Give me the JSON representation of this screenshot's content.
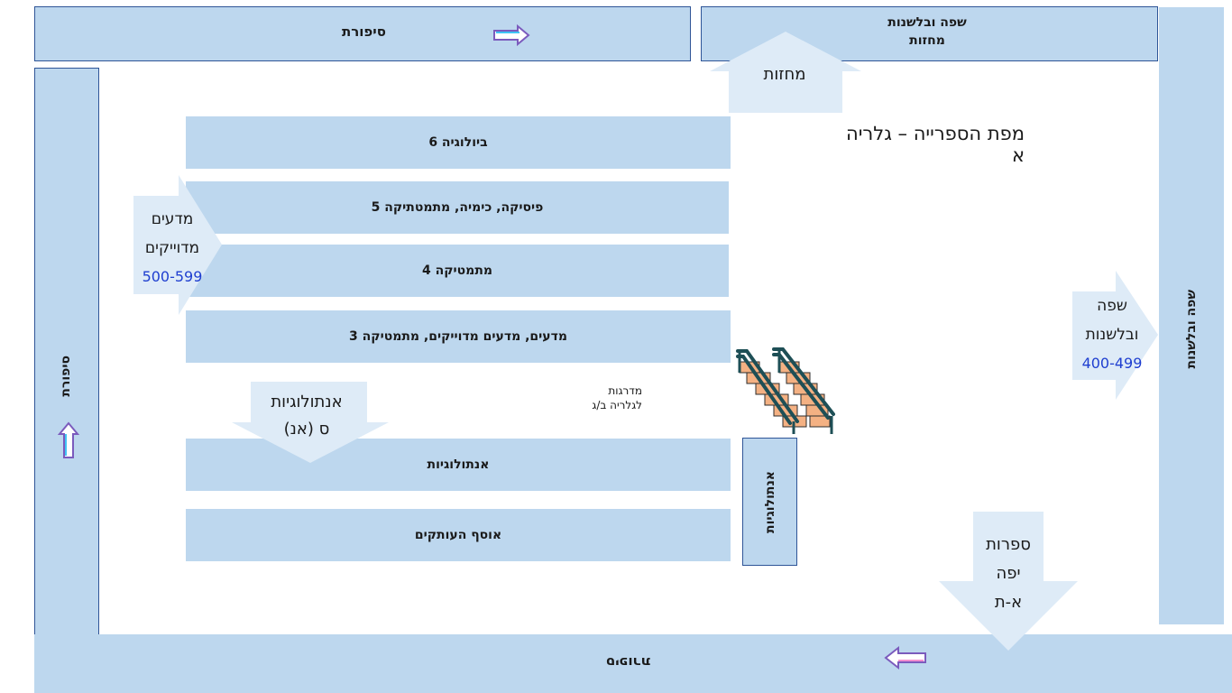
{
  "title": "מפת הספרייה – גלריה א",
  "top_left_bar": "סיפורת",
  "top_right_bar": {
    "line1": "שפה ובלשנות",
    "line2": "מחזות"
  },
  "left_bar": "סיפורת",
  "right_bar": "שפה ובלשנות",
  "bottom_bar": "סיפורת",
  "shelves": [
    "ביולוגיה 6",
    "פיסיקה, כימיה, מתמטתיקה 5",
    "מתמטיקה 4",
    "מדעים, מדעים מדוייקים, מתמטיקה 3",
    "אנתולוגיות",
    "אוסף העותקים"
  ],
  "small_vertical_shelf": "אנתולוגיות",
  "arrow_plays": "מחזות",
  "arrow_sciences": {
    "line1": "מדעים",
    "line2": "מדוייקים",
    "range": "500-599"
  },
  "arrow_language": {
    "line1": "שפה",
    "line2": "ובלשנות",
    "range": "400-499"
  },
  "arrow_anthologies": {
    "line1": "אנתולוגיות",
    "line2": "ס (אנ)"
  },
  "arrow_fiction": {
    "line1": "ספרות",
    "line2": "יפה",
    "line3": "א-ת"
  },
  "stairs_label": {
    "line1": "מדרגות",
    "line2": "לגלריה ב/ג"
  },
  "colors": {
    "block": "#bdd7ee",
    "border": "#2f5597",
    "arrow_fill": "#deebf7",
    "range_text": "#1f3fd0",
    "stairs": "#f4b183"
  }
}
